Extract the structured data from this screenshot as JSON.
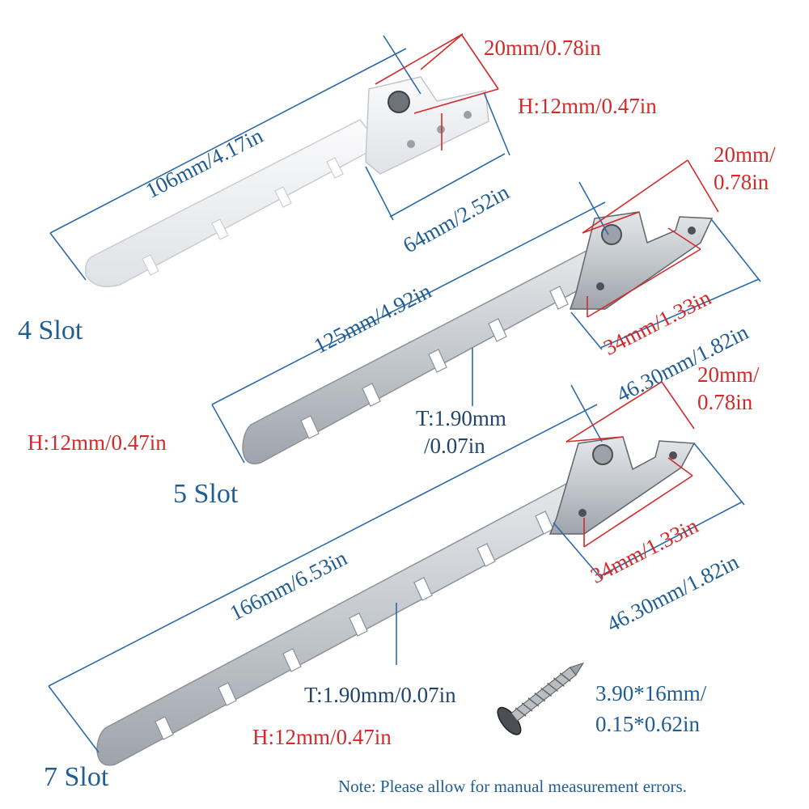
{
  "colors": {
    "dimension_blue": "#1f5d93",
    "dimension_red": "#d42a2a",
    "white_plastic": "#f2f3f5",
    "steel": "#c8ccd1"
  },
  "products": {
    "four_slot": {
      "name": "4 Slot",
      "length": "106mm/4.17in",
      "head_width": "20mm/0.78in",
      "height": "H:12mm/0.47in",
      "head_length": "64mm/2.52in"
    },
    "five_slot": {
      "name": "5 Slot",
      "length": "125mm/4.92in",
      "head_width_line1": "20mm/",
      "head_width_line2": "0.78in",
      "hole_spacing": "34mm/1.33in",
      "head_length": "46.30mm/1.82in",
      "thickness_line1": "T:1.90mm",
      "thickness_line2": "/0.07in",
      "height": "H:12mm/0.47in"
    },
    "seven_slot": {
      "name": "7 Slot",
      "length": "166mm/6.53in",
      "head_width_line1": "20mm/",
      "head_width_line2": "0.78in",
      "hole_spacing": "34mm/1.33in",
      "head_length": "46.30mm/1.82in",
      "thickness": "T:1.90mm/0.07in",
      "height": "H:12mm/0.47in"
    }
  },
  "screw": {
    "size_line1": "3.90*16mm/",
    "size_line2": "0.15*0.62in"
  },
  "note": "Note: Please allow for manual measurement errors."
}
